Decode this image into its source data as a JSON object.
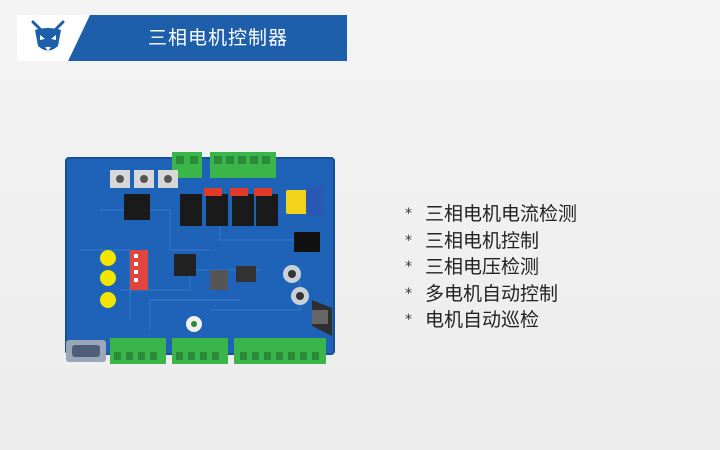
{
  "header": {
    "title": "三相电机控制器",
    "logo_icon": "ant-head-logo-icon",
    "colors": {
      "banner": "#1d5faa",
      "logo_bg": "#ffffff"
    }
  },
  "product_image": {
    "icon": "circuit-board-icon",
    "colors": {
      "pcb": "#1f63b8",
      "terminal": "#39b54a",
      "relay": "#222222",
      "fuse": "#e23a2a",
      "led": "#f2e600"
    }
  },
  "features": {
    "bullet": "*",
    "items": [
      "三相电机电流检测",
      "三相电机控制",
      "三相电压检测",
      "多电机自动控制",
      "电机自动巡检"
    ]
  }
}
